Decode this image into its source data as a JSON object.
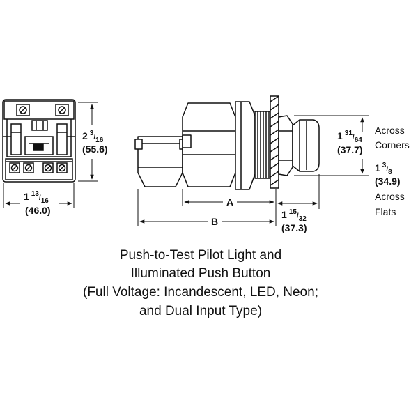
{
  "dimensions": {
    "height": {
      "whole": "2",
      "num": "3",
      "den": "16",
      "metric": "(55.6)"
    },
    "width": {
      "whole": "1",
      "num": "13",
      "den": "16",
      "metric": "(46.0)"
    },
    "across_corners": {
      "whole": "1",
      "num": "31",
      "den": "64",
      "metric": "(37.7)",
      "label_line1": "Across",
      "label_line2": "Corners"
    },
    "across_flats": {
      "whole": "1",
      "num": "3",
      "den": "8",
      "metric": "(34.9)",
      "label_line1": "Across",
      "label_line2": "Flats"
    },
    "bezel": {
      "whole": "1",
      "num": "15",
      "den": "32",
      "metric": "(37.3)"
    },
    "a_label": "A",
    "b_label": "B"
  },
  "caption": {
    "line1": "Push-to-Test Pilot Light and",
    "line2": "Illuminated Push Button",
    "line3": "(Full Voltage: Incandescent, LED, Neon;",
    "line4": "and Dual Input Type)"
  }
}
